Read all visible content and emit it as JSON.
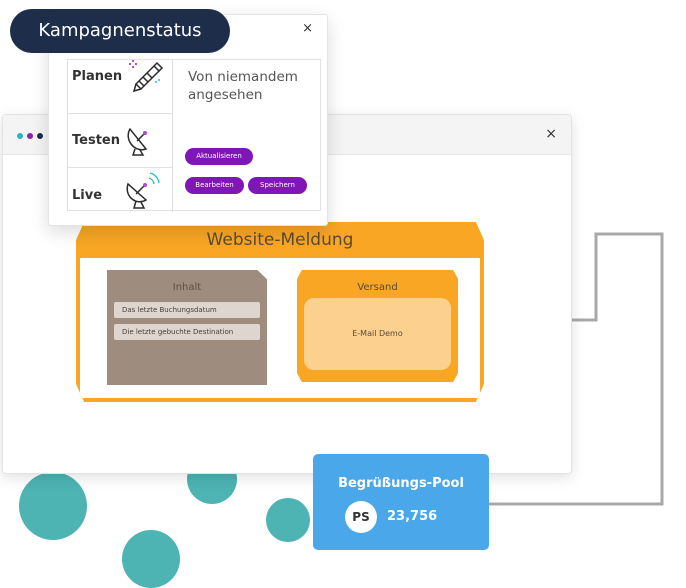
{
  "status_panel": {
    "title": "Kampagnenstatus",
    "close_label": "×",
    "stages": [
      {
        "label": "Planen",
        "icon": "pencil-icon"
      },
      {
        "label": "Testen",
        "icon": "satellite-dish-icon"
      },
      {
        "label": "Live",
        "icon": "broadcast-dish-icon"
      }
    ],
    "viewed_text": "Von niemandem angesehen",
    "buttons": {
      "update": "Aktualisieren",
      "edit": "Bearbeiten",
      "save": "Speichern"
    }
  },
  "browser": {
    "close_label": "×",
    "dot_colors": [
      "#29b6c6",
      "#8e24aa",
      "#1d2d4a"
    ]
  },
  "website_message": {
    "title": "Website-Meldung",
    "content": {
      "title": "Inhalt",
      "items": [
        "Das letzte Buchungsdatum",
        "Die letzte gebuchte Destination"
      ]
    },
    "shipping": {
      "title": "Versand",
      "channel": "E-Mail Demo"
    }
  },
  "pool": {
    "title": "Begrüßungs-Pool",
    "avatar": "PS",
    "count": "23,756"
  },
  "colors": {
    "accent_purple": "#7f16b8",
    "orange": "#f8a624",
    "navy": "#1d2d4a",
    "blue": "#4aa8ea",
    "teal": "#4db3b3"
  }
}
